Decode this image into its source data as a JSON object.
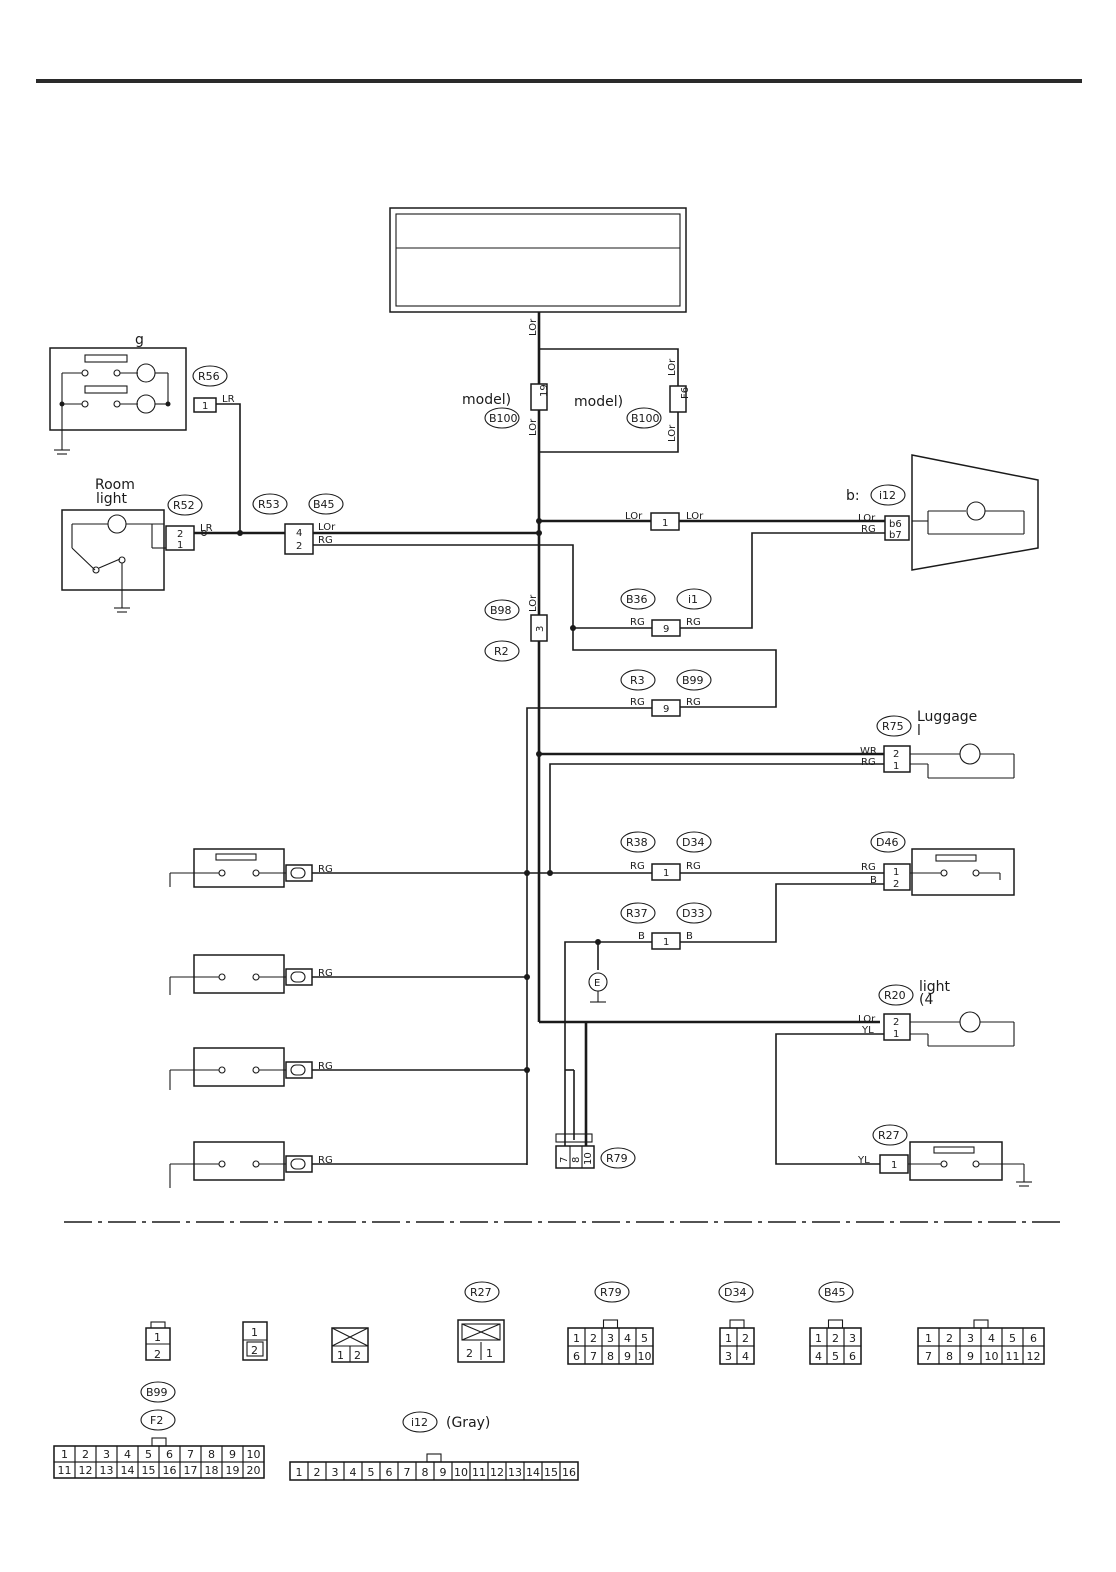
{
  "labels": {
    "model_left": "model)",
    "model_right": "model)",
    "room_light": [
      "Room",
      "light"
    ],
    "g_label": "g",
    "b_prefix": "b:",
    "luggage": "Luggage",
    "luggage_sub": "l",
    "light": "light",
    "light_sub": "(4",
    "gray": "(Gray)",
    "e_symbol": "E"
  },
  "wires": {
    "LOr": "LOr",
    "LR": "LR",
    "RG": "RG",
    "WR": "WR",
    "B": "B",
    "YL": "YL"
  },
  "connectors": {
    "R56": "R56",
    "R52": "R52",
    "R53": "R53",
    "B45": "B45",
    "B100": "B100",
    "B98": "B98",
    "R2": "R2",
    "B36": "B36",
    "i1": "i1",
    "R3": "R3",
    "B99": "B99",
    "i12": "i12",
    "R75": "R75",
    "R38": "R38",
    "D34": "D34",
    "D46": "D46",
    "R37": "R37",
    "D33": "D33",
    "R20": "R20",
    "R27": "R27",
    "R79": "R79",
    "F2": "F2"
  },
  "pins": {
    "p1": "1",
    "p2": "2",
    "p3": "3",
    "p4": "4",
    "p9": "9",
    "p7": "7",
    "p8": "8",
    "p10": "10",
    "p19": "19",
    "pF6": "F6",
    "pb6": "b6",
    "pb7": "b7"
  },
  "legend": {
    "c_one_two": [
      "1",
      "2"
    ],
    "c_x12": [
      "1",
      "2"
    ],
    "c_r27": [
      "2",
      "1"
    ],
    "c_r79": [
      "1",
      "2",
      "3",
      "4",
      "5",
      "6",
      "7",
      "8",
      "9",
      "10"
    ],
    "c_d34": [
      "1",
      "2",
      "3",
      "4"
    ],
    "c_b45": [
      "1",
      "2",
      "3",
      "4",
      "5",
      "6"
    ],
    "c_12": [
      "1",
      "2",
      "3",
      "4",
      "5",
      "6",
      "7",
      "8",
      "9",
      "10",
      "11",
      "12"
    ],
    "c_20": [
      "1",
      "2",
      "3",
      "4",
      "5",
      "6",
      "7",
      "8",
      "9",
      "10",
      "11",
      "12",
      "13",
      "14",
      "15",
      "16",
      "17",
      "18",
      "19",
      "20"
    ],
    "c_16": [
      "1",
      "2",
      "3",
      "4",
      "5",
      "6",
      "7",
      "8",
      "9",
      "10",
      "11",
      "12",
      "13",
      "14",
      "15",
      "16"
    ]
  }
}
